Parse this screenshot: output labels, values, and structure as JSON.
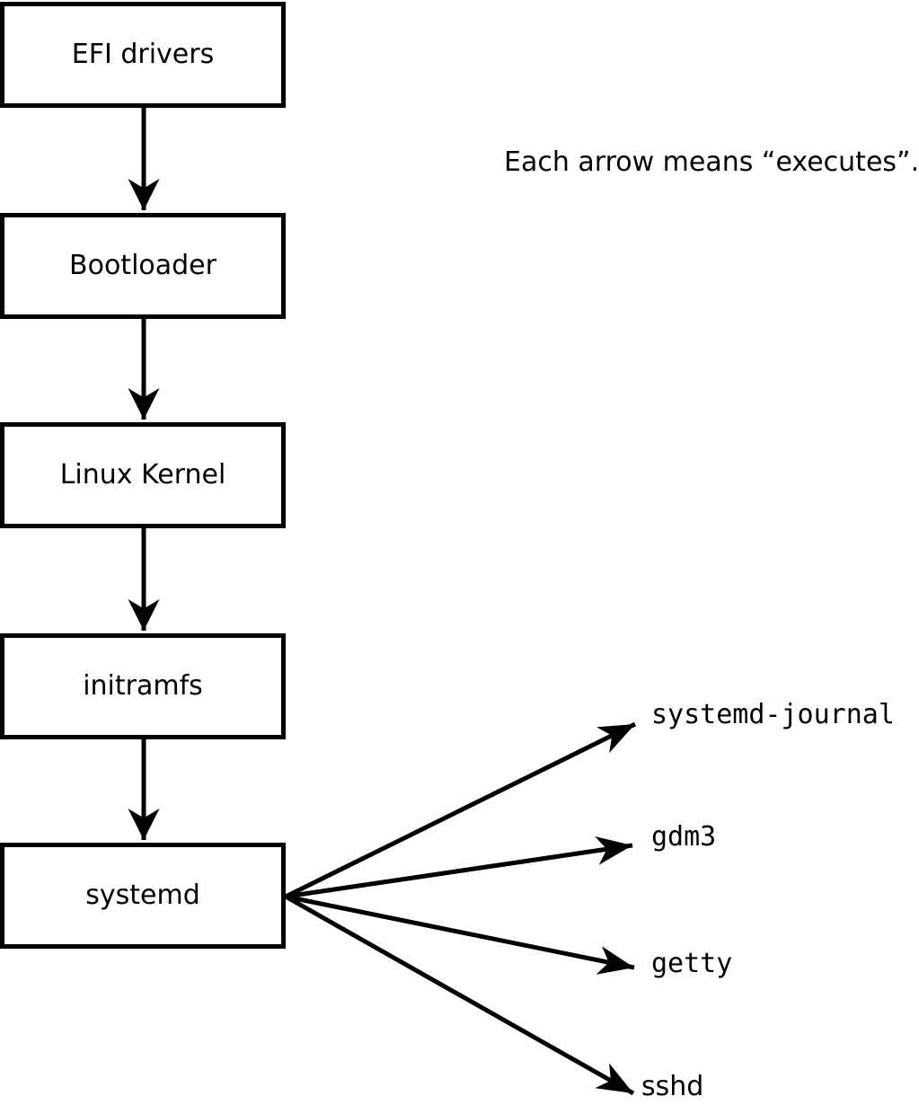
{
  "diagram": {
    "note": "Each arrow means “executes”.",
    "chain": [
      {
        "label": "EFI drivers"
      },
      {
        "label": "Bootloader"
      },
      {
        "label": "Linux Kernel"
      },
      {
        "label": "initramfs"
      },
      {
        "label": "systemd"
      }
    ],
    "spawned_processes": [
      {
        "label": "systemd-journal"
      },
      {
        "label": "gdm3"
      },
      {
        "label": "getty"
      },
      {
        "label": "sshd"
      }
    ],
    "edges": [
      {
        "from": "EFI drivers",
        "to": "Bootloader"
      },
      {
        "from": "Bootloader",
        "to": "Linux Kernel"
      },
      {
        "from": "Linux Kernel",
        "to": "initramfs"
      },
      {
        "from": "initramfs",
        "to": "systemd"
      },
      {
        "from": "systemd",
        "to": "systemd-journal"
      },
      {
        "from": "systemd",
        "to": "gdm3"
      },
      {
        "from": "systemd",
        "to": "getty"
      },
      {
        "from": "systemd",
        "to": "sshd"
      }
    ],
    "colors": {
      "line": "#000000",
      "box_border": "#000000",
      "box_fill": "#ffffff",
      "background": "#ffffff",
      "text": "#000000"
    }
  }
}
